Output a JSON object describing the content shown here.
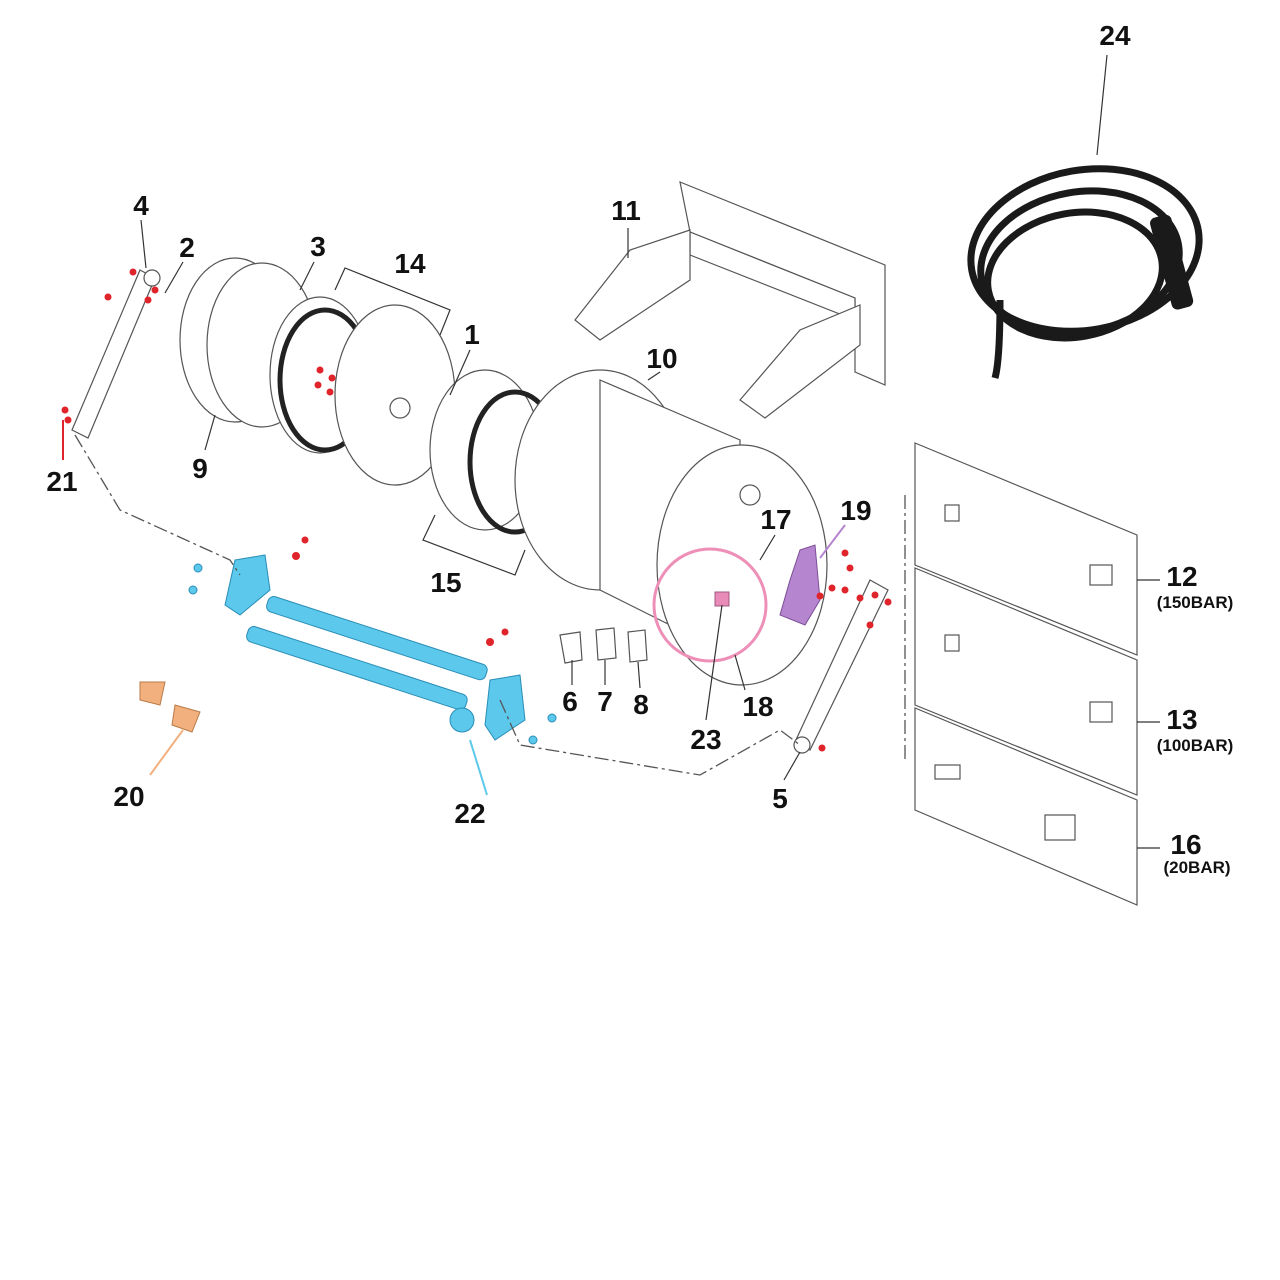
{
  "title": "Hose reel exploded parts diagram",
  "colors": {
    "red": "#e0242b",
    "blue": "#5bc8ec",
    "purple": "#b685d0",
    "pink": "#ee8fb8",
    "orange": "#f2b07e",
    "hose": "#1a1a1a"
  },
  "callouts": [
    {
      "number": "24"
    },
    {
      "number": "4"
    },
    {
      "number": "2"
    },
    {
      "number": "3"
    },
    {
      "number": "14"
    },
    {
      "number": "1"
    },
    {
      "number": "11"
    },
    {
      "number": "10"
    },
    {
      "number": "9"
    },
    {
      "number": "21"
    },
    {
      "number": "15"
    },
    {
      "number": "17"
    },
    {
      "number": "19"
    },
    {
      "number": "12",
      "sub": "(150BAR)"
    },
    {
      "number": "13",
      "sub": "(100BAR)"
    },
    {
      "number": "16",
      "sub": "(20BAR)"
    },
    {
      "number": "6"
    },
    {
      "number": "7"
    },
    {
      "number": "8"
    },
    {
      "number": "18"
    },
    {
      "number": "23"
    },
    {
      "number": "20"
    },
    {
      "number": "22"
    },
    {
      "number": "5"
    }
  ]
}
